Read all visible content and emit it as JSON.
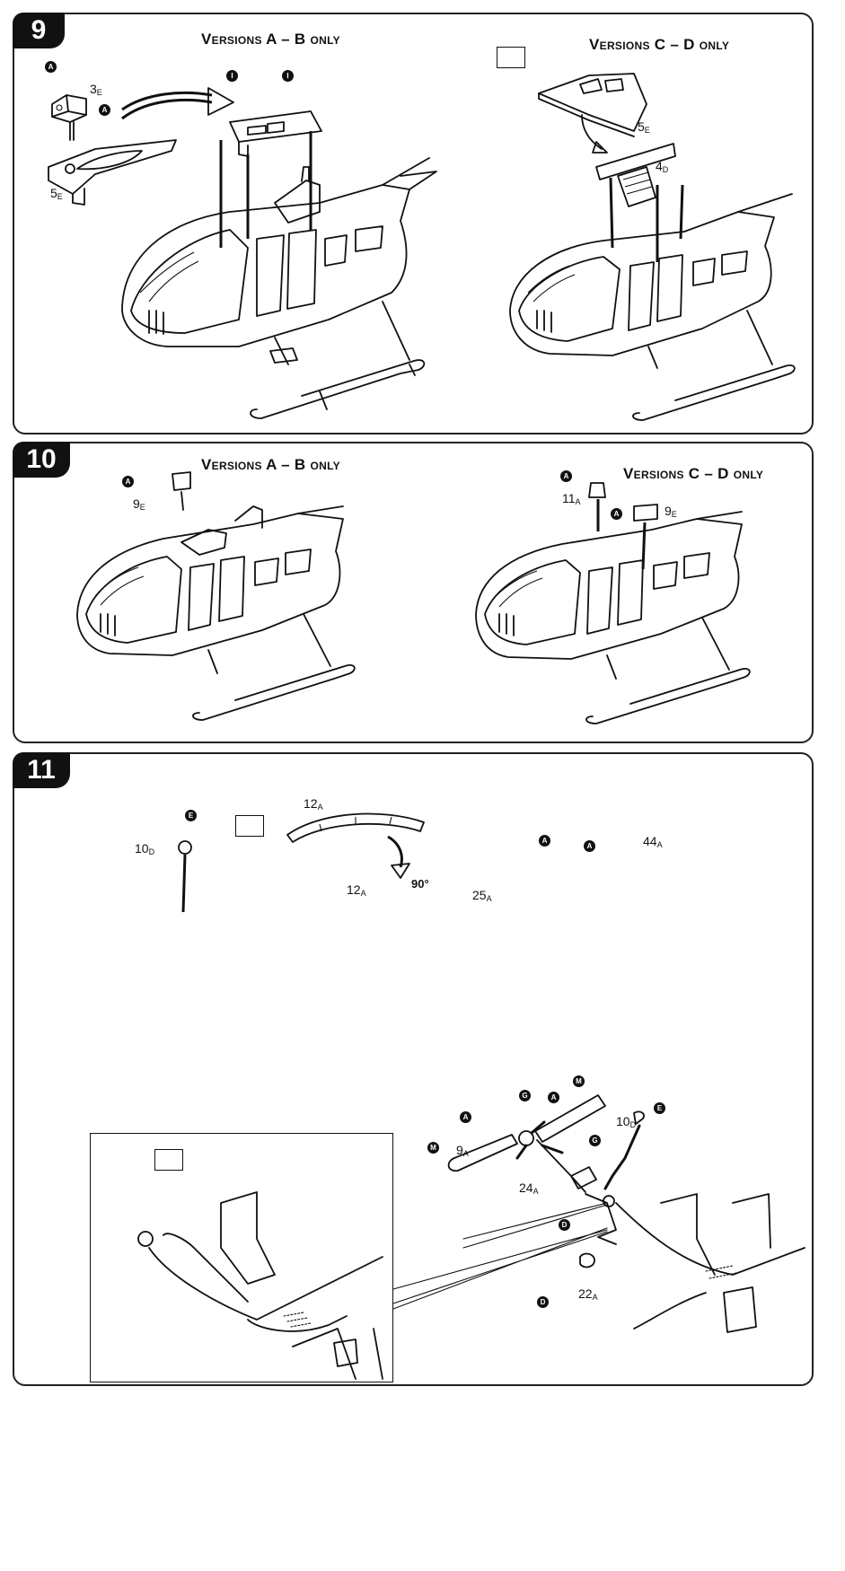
{
  "steps": [
    {
      "number": "9"
    },
    {
      "number": "10"
    },
    {
      "number": "11"
    }
  ],
  "step9": {
    "title_left": {
      "big1": "V",
      "small1": "ERSIONS",
      "rest": " A – B ",
      "small2": "ONLY"
    },
    "title_right": {
      "big1": "V",
      "small1": "ERSIONS",
      "rest": " C – D ",
      "small2": "ONLY"
    },
    "labels": {
      "part_3e": {
        "num": "3",
        "sub": "E"
      },
      "part_5e_left": {
        "num": "5",
        "sub": "E"
      },
      "part_5e_right": {
        "num": "5",
        "sub": "E"
      },
      "part_4d": {
        "num": "4",
        "sub": "D"
      }
    },
    "markers": [
      "A",
      "A",
      "I",
      "I"
    ]
  },
  "step10": {
    "title_left": {
      "big1": "V",
      "small1": "ERSIONS",
      "rest": " A – B ",
      "small2": "ONLY"
    },
    "title_right": {
      "big1": "V",
      "small1": "ERSIONS",
      "rest": " C – D ",
      "small2": "ONLY"
    },
    "labels": {
      "part_9e_left": {
        "num": "9",
        "sub": "E"
      },
      "part_11a": {
        "num": "11",
        "sub": "A"
      },
      "part_9e_right": {
        "num": "9",
        "sub": "E"
      }
    },
    "markers": [
      "A",
      "A",
      "A"
    ]
  },
  "step11": {
    "angle": "90°",
    "labels": {
      "part_12a_top": {
        "num": "12",
        "sub": "A"
      },
      "part_12a_mid": {
        "num": "12",
        "sub": "A"
      },
      "part_10d_top": {
        "num": "10",
        "sub": "D"
      },
      "part_25a": {
        "num": "25",
        "sub": "A"
      },
      "part_44a": {
        "num": "44",
        "sub": "A"
      },
      "part_10d_low": {
        "num": "10",
        "sub": "D"
      },
      "part_9a": {
        "num": "9",
        "sub": "A"
      },
      "part_24a": {
        "num": "24",
        "sub": "A"
      },
      "part_22a": {
        "num": "22",
        "sub": "A"
      }
    },
    "markers": [
      "E",
      "A",
      "A",
      "M",
      "A",
      "G",
      "E",
      "M",
      "A",
      "G",
      "D",
      "D"
    ]
  }
}
